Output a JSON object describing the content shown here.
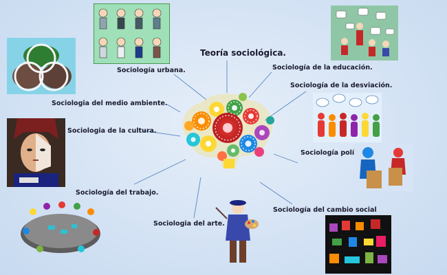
{
  "center": {
    "title": "Teoría sociológica."
  },
  "branches": [
    {
      "id": "urbana",
      "label": "Sociología urbana."
    },
    {
      "id": "educacion",
      "label": "Sociología de la educación."
    },
    {
      "id": "desviacion",
      "label": "Sociología de la desviación."
    },
    {
      "id": "medio",
      "label": "Sociologia del medio ambiente."
    },
    {
      "id": "cultura",
      "label": "Sociologia de la cultura."
    },
    {
      "id": "politica",
      "label": "Sociología política."
    },
    {
      "id": "trabajo",
      "label": "Sociología del trabajo."
    },
    {
      "id": "arte",
      "label": "Sociologia del arte."
    },
    {
      "id": "cambio",
      "label": "Sociología del cambio social"
    }
  ],
  "colors": {
    "background": "#d6e4f5",
    "connector": "#5a86c4",
    "text": "#1a1a2e"
  }
}
